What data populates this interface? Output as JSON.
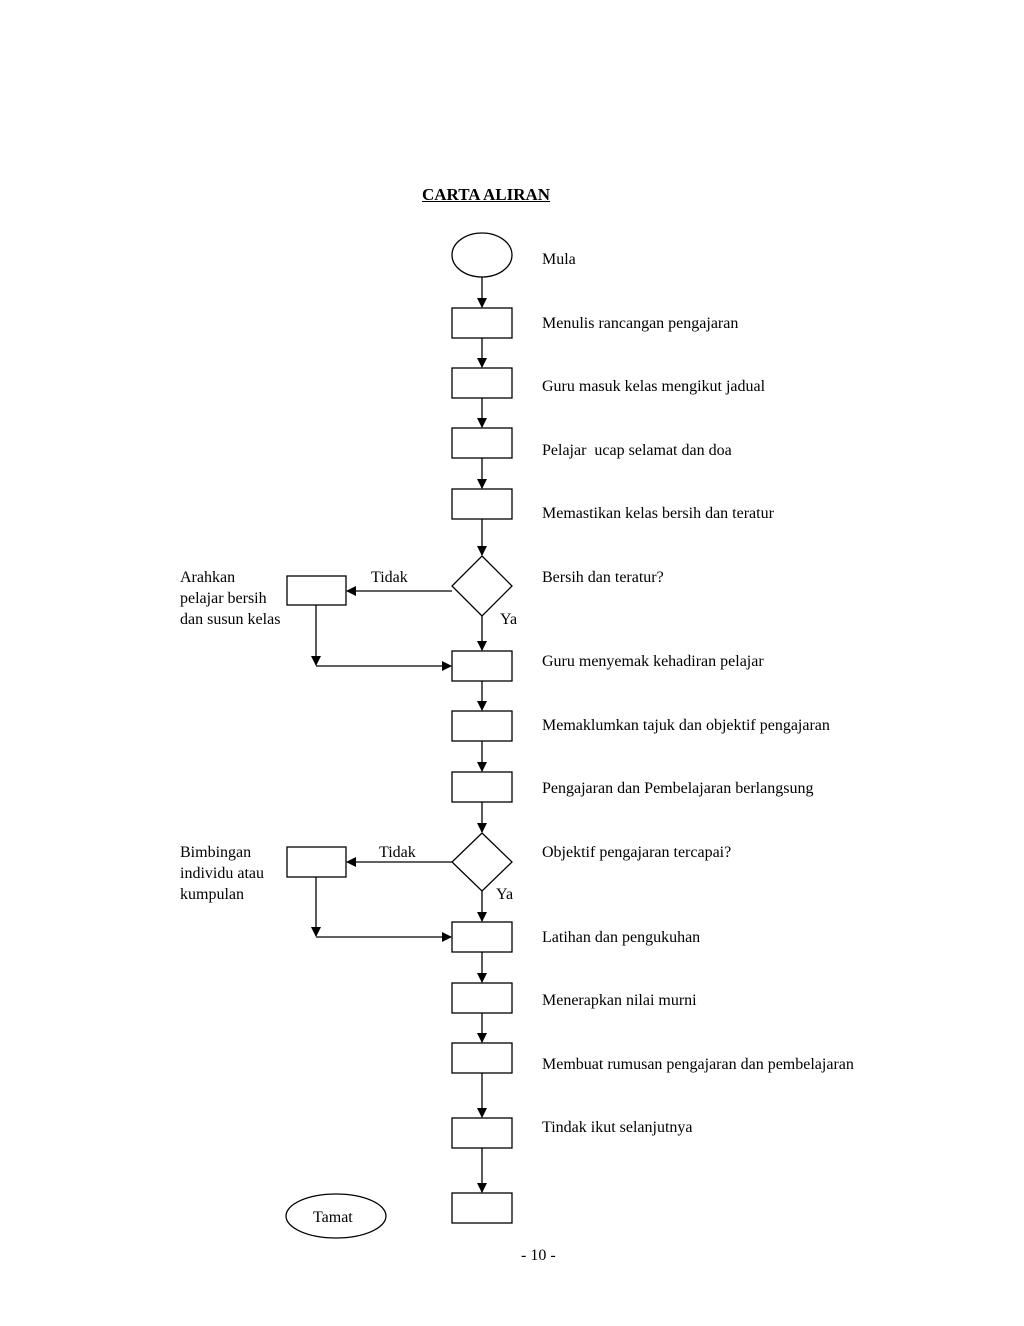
{
  "title": "CARTA ALIRAN",
  "steps": [
    "Mula",
    "Menulis rancangan pengajaran",
    "Guru masuk kelas mengikut jadual",
    "Pelajar  ucap selamat dan doa",
    "Memastikan kelas bersih dan teratur",
    "Bersih dan teratur?",
    "Guru menyemak kehadiran pelajar",
    "Memaklumkan tajuk dan objektif pengajaran",
    "Pengajaran dan Pembelajaran berlangsung",
    "Objektif pengajaran tercapai?",
    "Latihan dan pengukuhan",
    "Menerapkan nilai murni",
    "Membuat rumusan pengajaran dan pembelajaran",
    "Tindak ikut selanjutnya"
  ],
  "branches": [
    {
      "no_label": "Tidak",
      "yes_label": "Ya",
      "side_lines": [
        "Arahkan",
        "pelajar bersih",
        "dan susun kelas"
      ]
    },
    {
      "no_label": "Tidak",
      "yes_label": "Ya",
      "side_lines": [
        "Bimbingan",
        "individu atau",
        "kumpulan"
      ]
    }
  ],
  "end_label": "Tamat",
  "page_number": "- 10 -"
}
